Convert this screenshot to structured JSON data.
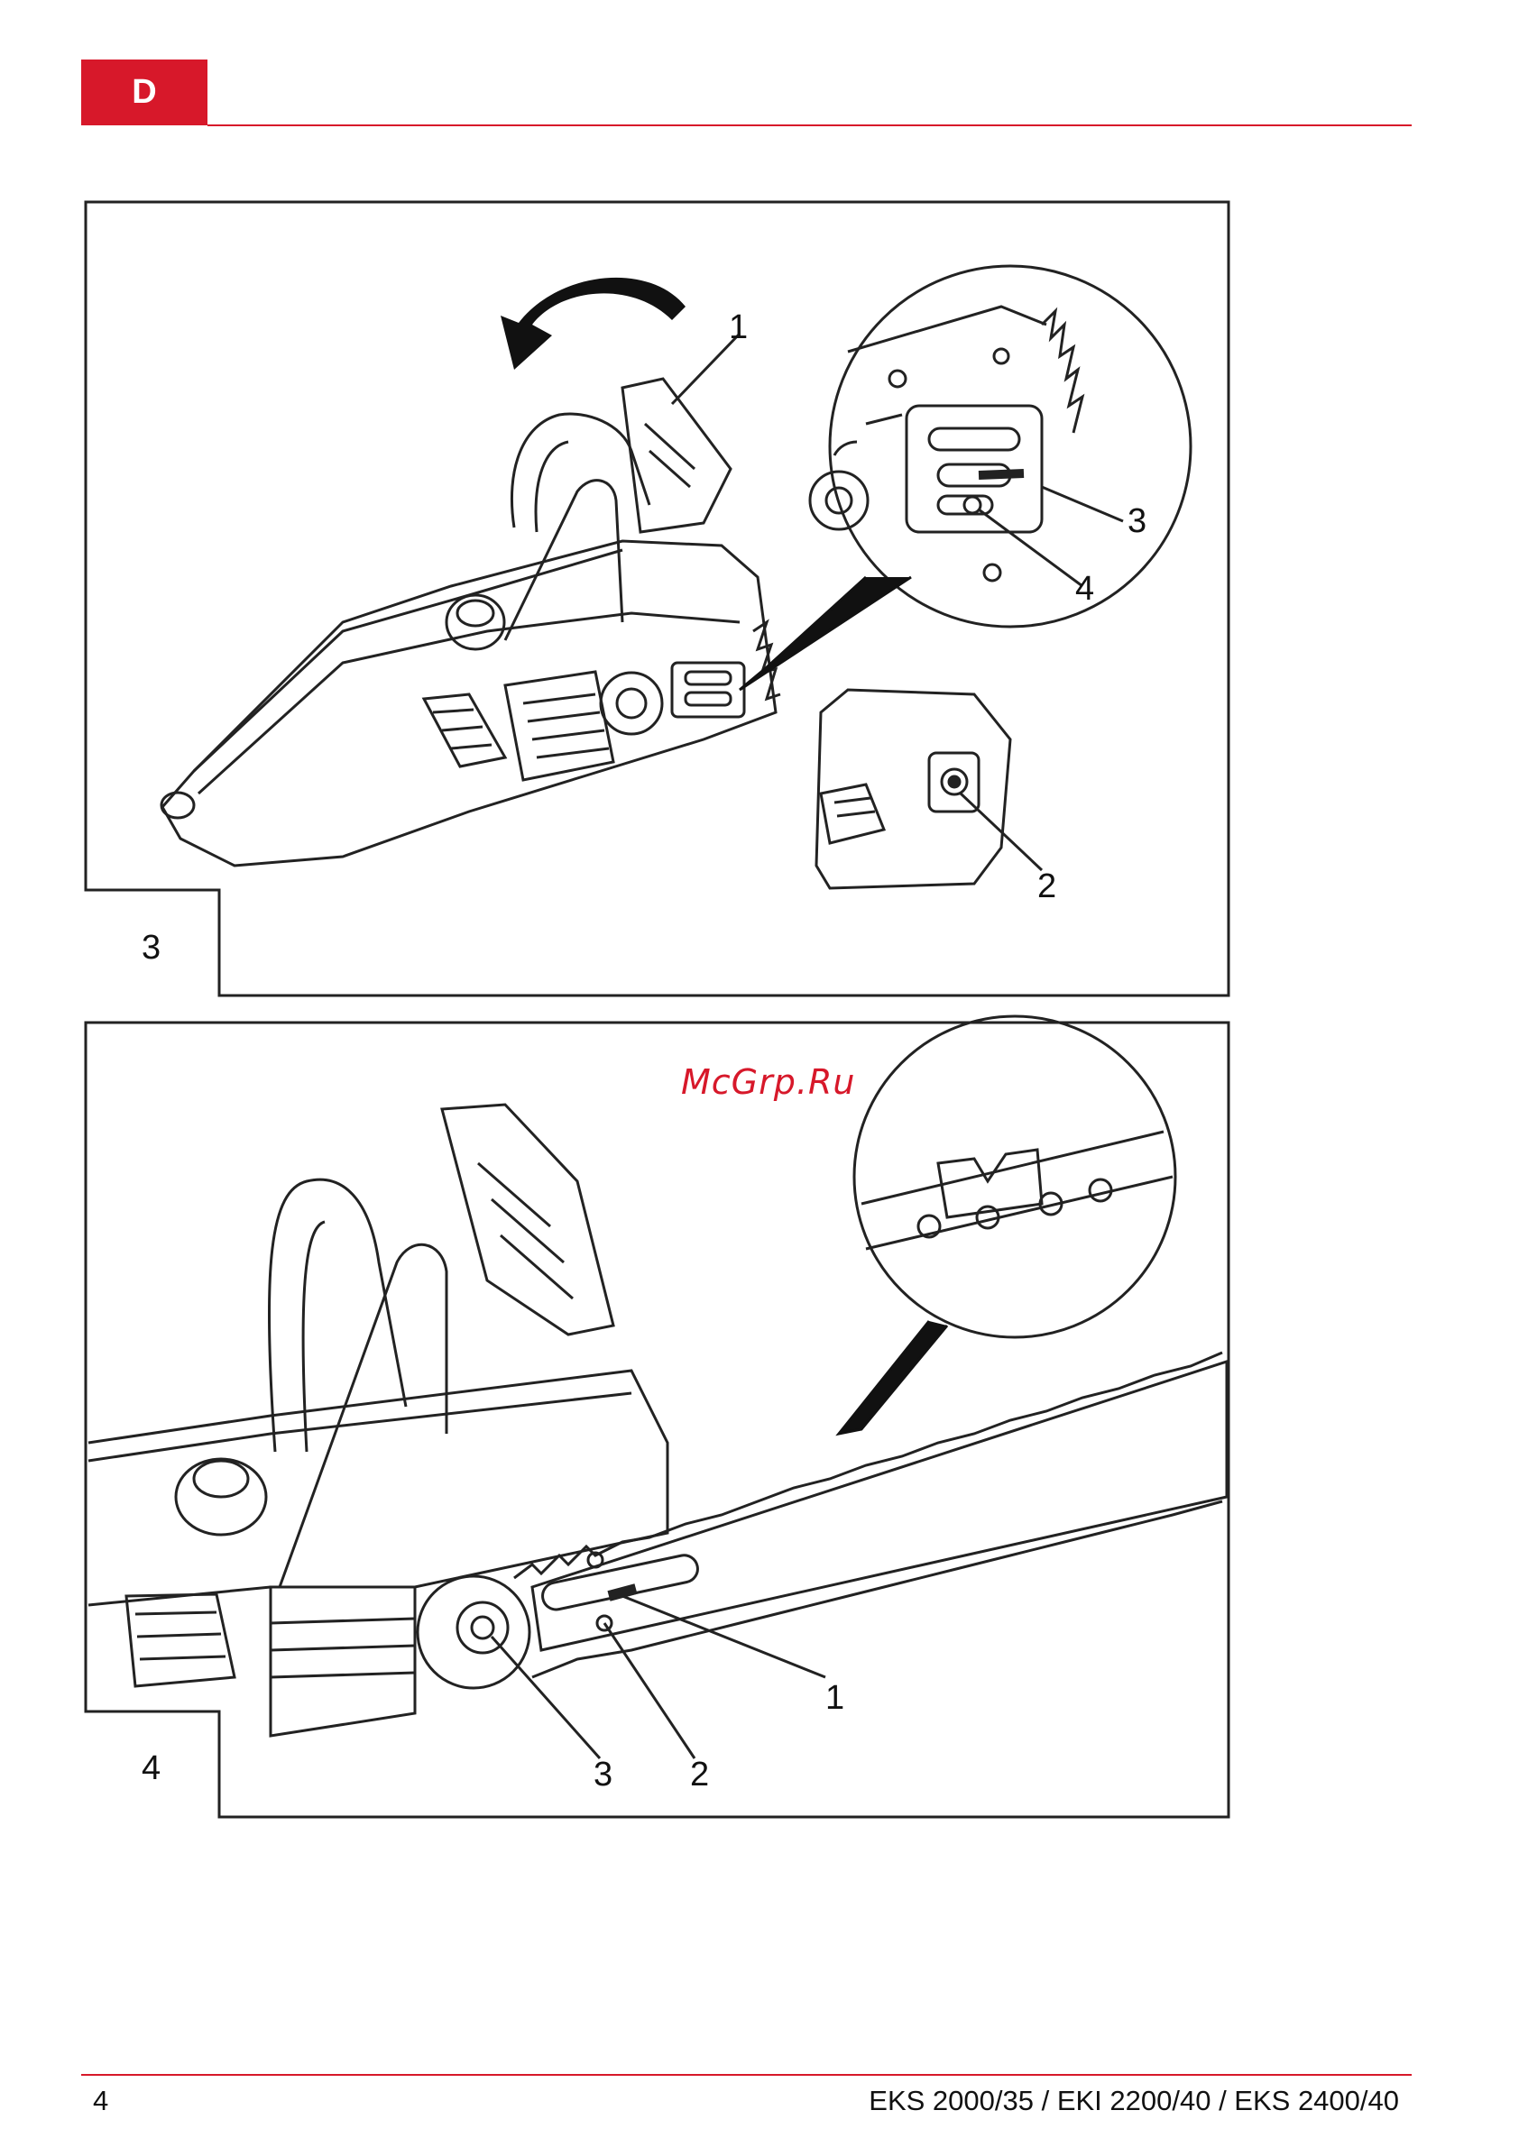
{
  "header": {
    "language_tab": "D"
  },
  "figures": [
    {
      "number": "3",
      "callouts": [
        "1",
        "2",
        "3",
        "4"
      ]
    },
    {
      "number": "4",
      "callouts": [
        "1",
        "2",
        "3"
      ]
    }
  ],
  "watermark": "McGrp.Ru",
  "footer": {
    "page_number": "4",
    "title": "EKS 2000/35 / EKI 2200/40 / EKS 2400/40"
  },
  "colors": {
    "accent": "#d7182a",
    "line_art": "#222222"
  }
}
